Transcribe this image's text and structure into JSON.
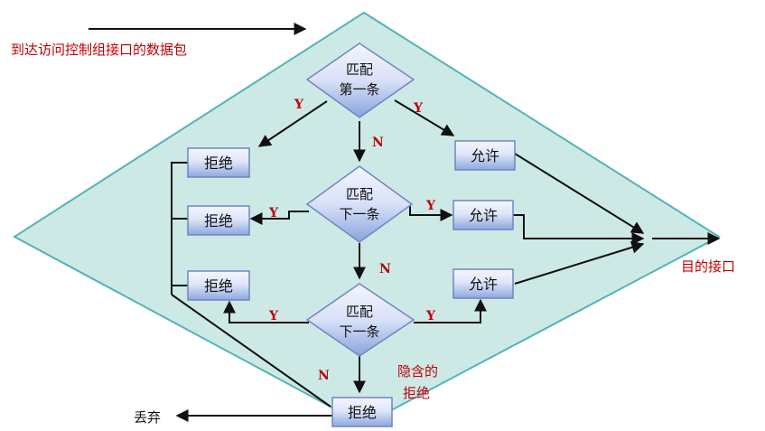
{
  "incoming_label": "到达访问控制组接口的数据包",
  "destination_label": "目的接口",
  "discard_label": "丢弃",
  "implicit_deny_label": [
    "隐含的",
    "拒绝"
  ],
  "match_first": [
    "匹配",
    "第一条"
  ],
  "match_next": [
    "匹配",
    "下一条"
  ],
  "deny": "拒绝",
  "permit": "允许",
  "yes": "Y",
  "no": "N",
  "colors": {
    "background_diamond": "#cde9e5",
    "diamond_border": "#54b3b8",
    "label_red": "#c00000",
    "node_fill_light": "#f2f5fd",
    "node_fill_dark": "#8ea7de",
    "node_border": "#6f86c2"
  }
}
